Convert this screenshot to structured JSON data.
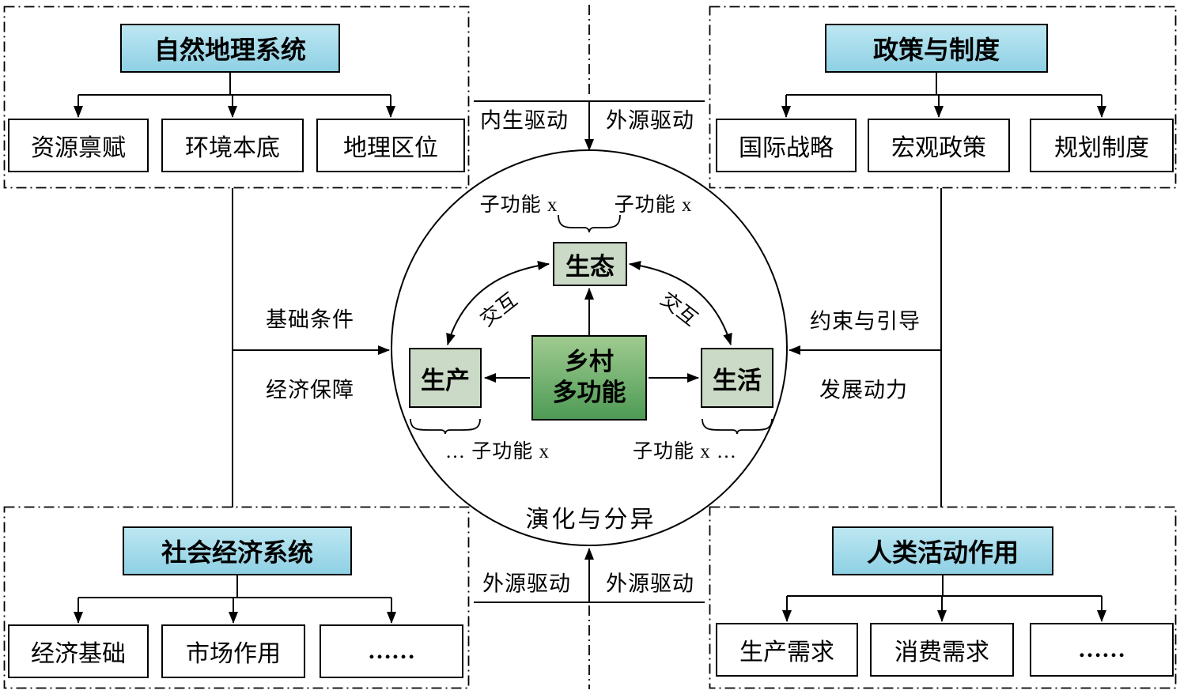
{
  "panels": {
    "top_left": {
      "title": "自然地理系统",
      "items": [
        "资源禀赋",
        "环境本底",
        "地理区位"
      ]
    },
    "top_right": {
      "title": "政策与制度",
      "items": [
        "国际战略",
        "宏观政策",
        "规划制度"
      ]
    },
    "bottom_left": {
      "title": "社会经济系统",
      "items": [
        "经济基础",
        "市场作用",
        "……"
      ]
    },
    "bottom_right": {
      "title": "人类活动作用",
      "items": [
        "生产需求",
        "消费需求",
        "……"
      ]
    }
  },
  "center": {
    "core_line1": "乡村",
    "core_line2": "多功能",
    "ecology": "生态",
    "production": "生产",
    "living": "生活",
    "interaction_left": "交互",
    "interaction_right": "交互",
    "subfunc_top_left": "子功能 x",
    "subfunc_top_right": "子功能 x",
    "subfunc_bottom_left": "… 子功能 x",
    "subfunc_bottom_right": "子功能 x …",
    "evolution": "演化与分异"
  },
  "edges": {
    "endogenous_drive": "内生驱动",
    "exogenous_drive_top": "外源驱动",
    "basic_conditions": "基础条件",
    "economic_guarantee": "经济保障",
    "constraint_guidance": "约束与引导",
    "development_impetus": "发展动力",
    "exogenous_drive_bottom_left": "外源驱动",
    "exogenous_drive_bottom_right": "外源驱动"
  },
  "colors": {
    "header_fill_top": "#bde7f2",
    "header_fill_bottom": "#8ed0e4",
    "core_fill_top": "#9fcb90",
    "core_fill_bottom": "#4e9b55",
    "node_fill": "#cbdac6",
    "line_color": "#000000"
  }
}
